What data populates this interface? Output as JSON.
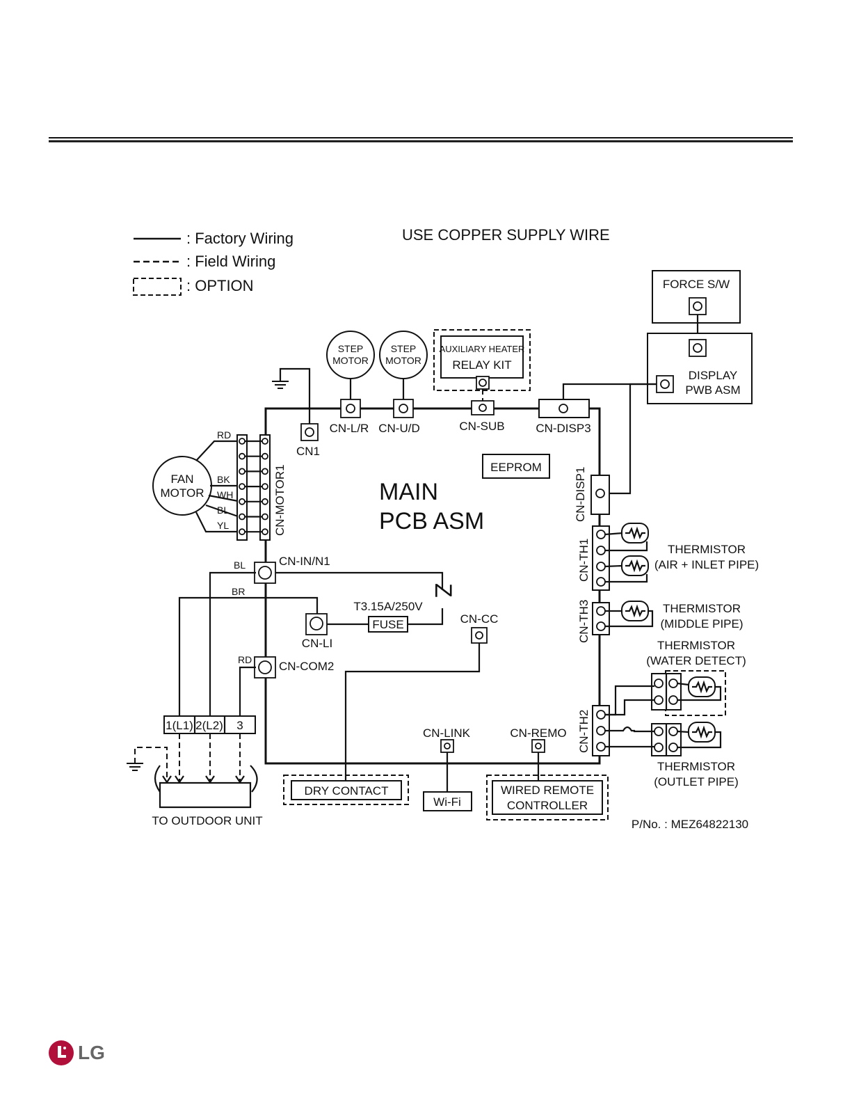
{
  "legend": {
    "factory": ": Factory Wiring",
    "field": ": Field Wiring",
    "option": ": OPTION"
  },
  "header_note": "USE COPPER SUPPLY WIRE",
  "components": {
    "force_sw": "FORCE S/W",
    "display_1": "DISPLAY",
    "display_2": "PWB ASM",
    "step_motor_1": "STEP",
    "step_motor_2": "MOTOR",
    "aux_heater": "AUXILIARY HEATER",
    "relay_kit": "RELAY KIT",
    "fan_1": "FAN",
    "fan_2": "MOTOR",
    "main_1": "MAIN",
    "main_2": "PCB ASM",
    "eeprom": "EEPROM",
    "fuse_rating": "T3.15A/250V",
    "fuse": "FUSE",
    "z": "Z",
    "dry_contact": "DRY CONTACT",
    "wifi": "Wi-Fi",
    "wired_remote_1": "WIRED REMOTE",
    "wired_remote_2": "CONTROLLER",
    "to_outdoor": "TO OUTDOOR UNIT",
    "part_no": "P/No. : MEZ64822130"
  },
  "connectors": {
    "cn1": "CN1",
    "cn_lr": "CN-L/R",
    "cn_ud": "CN-U/D",
    "cn_sub": "CN-SUB",
    "cn_disp3": "CN-DISP3",
    "cn_disp1": "CN-DISP1",
    "cn_motor1": "CN-MOTOR1",
    "cn_in_n1": "CN-IN/N1",
    "cn_li": "CN-LI",
    "cn_com2": "CN-COM2",
    "cn_cc": "CN-CC",
    "cn_link": "CN-LINK",
    "cn_remo": "CN-REMO",
    "cn_th1": "CN-TH1",
    "cn_th2": "CN-TH2",
    "cn_th3": "CN-TH3"
  },
  "wires": {
    "rd": "RD",
    "bk": "BK",
    "wh": "WH",
    "bl": "BL",
    "yl": "YL",
    "bl2": "BL",
    "br": "BR",
    "rd2": "RD"
  },
  "terminals": [
    "1(L1)",
    "2(L2)",
    "3"
  ],
  "thermistors": {
    "t1_1": "THERMISTOR",
    "t1_2": "(AIR + INLET PIPE)",
    "t2_1": "THERMISTOR",
    "t2_2": "(MIDDLE PIPE)",
    "t3_1": "THERMISTOR",
    "t3_2": "(WATER DETECT)",
    "t4_1": "THERMISTOR",
    "t4_2": "(OUTLET PIPE)"
  },
  "brand": "LG"
}
